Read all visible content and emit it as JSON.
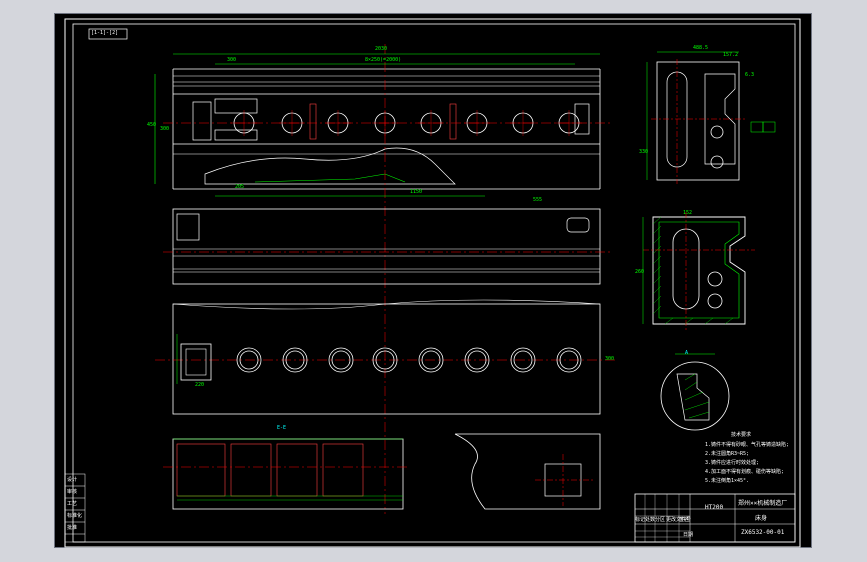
{
  "window": {
    "background": "#d4d6dc",
    "canvas_background": "#000000"
  },
  "colors": {
    "outline": "#ffffff",
    "dimension": "#00ff00",
    "centerline": "#ff0000",
    "hidden": "#00ffff",
    "hatch": "#00ff00",
    "title_block": "#ffffff"
  },
  "drawing": {
    "code_tag": "[1-1]-[2]",
    "section_label": "E-E",
    "main_view": {
      "overall_length": "2030",
      "hole_spacing": "8×250(=2000)",
      "left_offset": "300",
      "mid_dim": "1150",
      "right_dim": "555",
      "height_left": "450",
      "height_mid": "300",
      "bottom_dim": "205"
    },
    "side_view": {
      "width_top": "488.5",
      "width_sub": "157.2",
      "height": "330",
      "right_dim": "6.3"
    },
    "section_view": {
      "height": "260",
      "width": "152"
    },
    "detail_view": {
      "label": "A"
    },
    "plan_view": {
      "height": "300",
      "left_dim": "220"
    },
    "tech_notes": {
      "title": "技术要求",
      "items": [
        "1.铸件不得有砂眼、气孔等铸造缺陷;",
        "2.未注圆角R3~R5;",
        "3.铸件应进行时效处理;",
        "4.加工面不得有划痕、碰伤等缺陷;",
        "5.未注倒角1×45°."
      ]
    },
    "title_block": {
      "material": "HT200",
      "company": "郑州××机械制造厂",
      "part_name": "床身",
      "drawing_number": "ZX6532-00-01",
      "left_columns": [
        "标记",
        "处数",
        "分区",
        "更改文件号",
        "签名",
        "日期"
      ],
      "row_labels": [
        "设计",
        "审核",
        "工艺",
        "标准化",
        "批准"
      ]
    }
  }
}
